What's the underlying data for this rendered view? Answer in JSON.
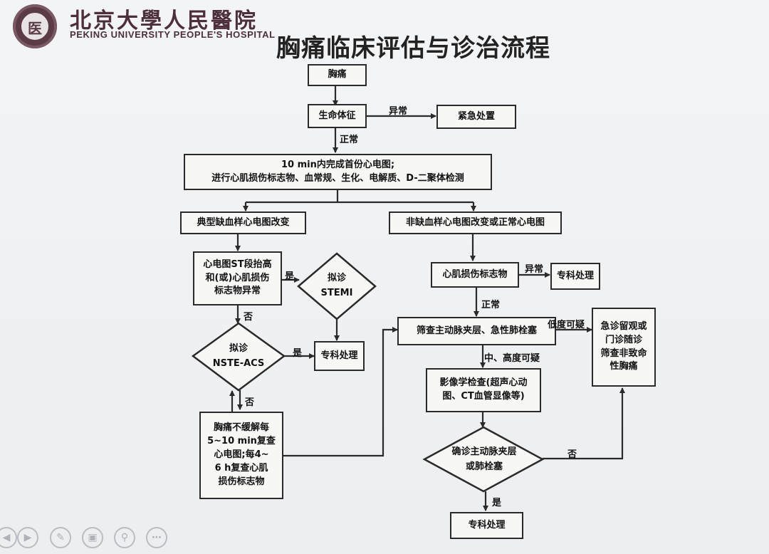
{
  "header": {
    "hospital_cn": "北京大學人民醫院",
    "hospital_en": "PEKING UNIVERSITY PEOPLE'S HOSPITAL",
    "title": "胸痛临床评估与诊治流程"
  },
  "flow": {
    "chest_pain": "胸痛",
    "vital_signs": "生命体征",
    "emergency": "紧急处置",
    "ecg_line1": "10 min内完成首份心电图;",
    "ecg_line2": "进行心肌损伤标志物、血常规、生化、电解质、D-二聚体检测",
    "typical": "典型缺血样心电图改变",
    "nonischemic": "非缺血样心电图改变或正常心电图",
    "st_line1": "心电图ST段抬高",
    "st_line2": "和(或)心肌损伤",
    "st_line3": "标志物异常",
    "stemi_line1": "拟诊",
    "stemi_line2": "STEMI",
    "nste_line1": "拟诊",
    "nste_line2": "NSTE-ACS",
    "specialist": "专科处理",
    "persist_line1": "胸痛不缓解每",
    "persist_line2": "5~10 min复查",
    "persist_line3": "心电图;每4~",
    "persist_line4": "6 h复查心肌",
    "persist_line5": "损伤标志物",
    "marker": "心肌损伤标志物",
    "specialist2": "专科处理",
    "screen": "筛查主动脉夹层、急性肺栓塞",
    "observe_line1": "急诊留观或",
    "observe_line2": "门诊随诊",
    "observe_line3": "筛查非致命",
    "observe_line4": "性胸痛",
    "imaging_line1": "影像学检查(超声心动",
    "imaging_line2": "图、CT血管显像等)",
    "confirm_line1": "确诊主动脉夹层",
    "confirm_line2": "或肺栓塞",
    "specialist3": "专科处理"
  },
  "labels": {
    "abnormal": "异常",
    "normal": "正常",
    "yes": "是",
    "no": "否",
    "yes2": "是",
    "no2": "否",
    "abnormal2": "异常",
    "normal2": "正常",
    "low_prob": "低度可疑",
    "mid_high": "中、高度可疑",
    "no3": "否",
    "yes3": "是"
  },
  "icons": [
    "back-icon",
    "play-icon",
    "pen-icon",
    "screen-icon",
    "zoom-icon",
    "more-icon"
  ]
}
